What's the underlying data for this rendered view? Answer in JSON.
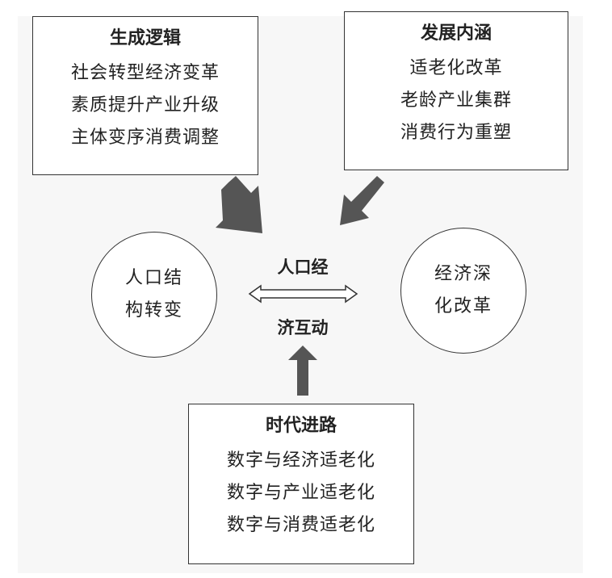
{
  "boxes": {
    "origin": {
      "title": "生成逻辑",
      "lines": [
        "社会转型经济变革",
        "素质提升产业升级",
        "主体变序消费调整"
      ]
    },
    "development": {
      "title": "发展内涵",
      "lines": [
        "适老化改革",
        "老龄产业集群",
        "消费行为重塑"
      ]
    },
    "era": {
      "title": "时代进路",
      "lines": [
        "数字与经济适老化",
        "数字与产业适老化",
        "数字与消费适老化"
      ]
    }
  },
  "circles": {
    "population": {
      "line1": "人口结",
      "line2": "构转变"
    },
    "economy": {
      "line1": "经济深",
      "line2": "化改革"
    }
  },
  "center": {
    "line1": "人口经",
    "line2": "济互动"
  },
  "colors": {
    "arrow": "#555555",
    "border": "#333333",
    "panel": "#f7f7f7"
  }
}
